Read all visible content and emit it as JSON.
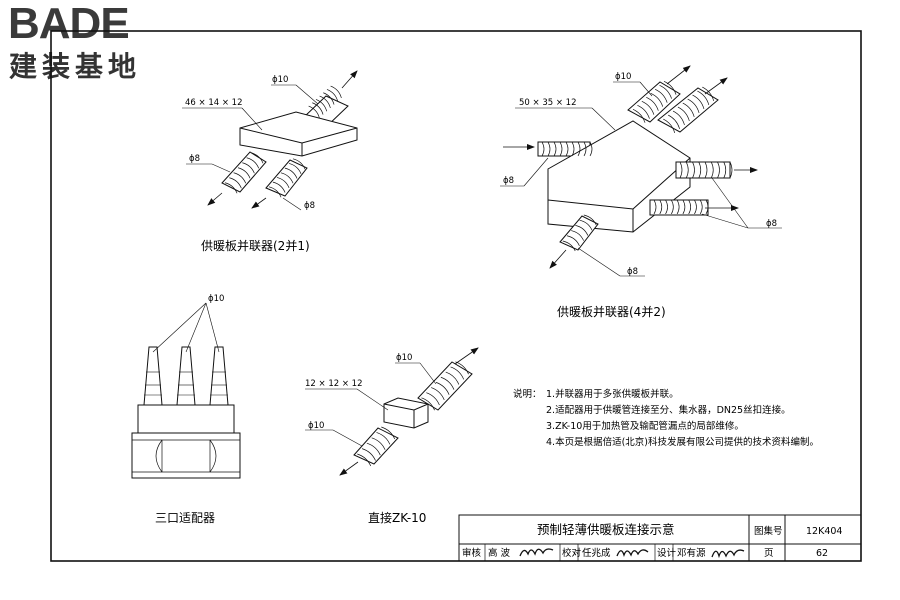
{
  "logo": {
    "en": "BADE",
    "cn": "建装基地"
  },
  "labels": {
    "d1_phi10": "ϕ10",
    "d1_box": "46 × 14 × 12",
    "d1_phi8_left": "ϕ8",
    "d1_phi8_bottom": "ϕ8",
    "d1_caption": "供暖板并联器(2并1)",
    "d2_phi10": "ϕ10",
    "d2_box": "50 × 35 × 12",
    "d2_phi8_left": "ϕ8",
    "d2_phi8_right": "ϕ8",
    "d2_phi8_bottom": "ϕ8",
    "d2_caption": "供暖板并联器(4并2)",
    "d3_phi10": "ϕ10",
    "d3_caption": "三口适配器",
    "d4_phi10_top": "ϕ10",
    "d4_box": "12 × 12 × 12",
    "d4_phi10_left": "ϕ10",
    "d4_caption": "直接ZK-10"
  },
  "notes": {
    "title": "说明：",
    "lines": [
      "1.并联器用于多张供暖板并联。",
      "2.适配器用于供暖管连接至分、集水器，DN25丝扣连接。",
      "3.ZK-10用于加热管及输配管漏点的局部维修。",
      "4.本页是根据倍适(北京)科技发展有限公司提供的技术资料编制。"
    ]
  },
  "title_block": {
    "title": "预制轻薄供暖板连接示意",
    "atlas_label": "图集号",
    "atlas_no": "12K404",
    "review_label": "审核",
    "reviewer": "高  波",
    "check_label": "校对",
    "checker": "任兆成",
    "design_label": "设计",
    "designer": "邓有源",
    "page_label": "页",
    "page_no": "62"
  }
}
